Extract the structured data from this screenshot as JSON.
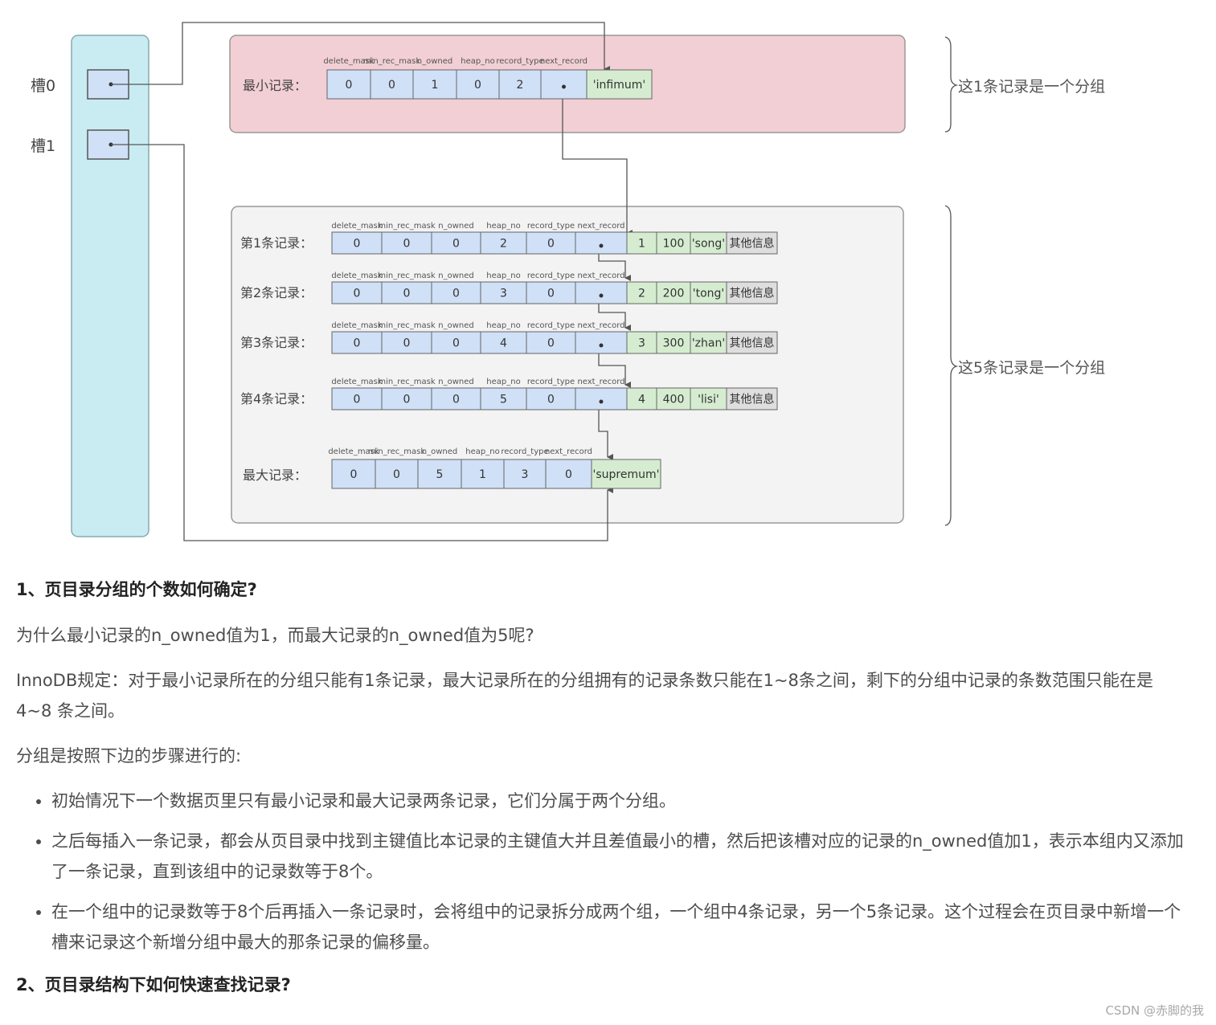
{
  "diagram": {
    "slots": [
      "槽0",
      "槽1"
    ],
    "field_names": [
      "delete_mask",
      "min_rec_mask",
      "n_owned",
      "heap_no",
      "record_type",
      "next_record"
    ],
    "min_record": {
      "label": "最小记录：",
      "values": [
        "0",
        "0",
        "1",
        "0",
        "2"
      ],
      "data": "'infimum'"
    },
    "user_records": [
      {
        "label": "第1条记录：",
        "values": [
          "0",
          "0",
          "0",
          "2",
          "0"
        ],
        "data": [
          "1",
          "100",
          "'song'",
          "其他信息"
        ]
      },
      {
        "label": "第2条记录：",
        "values": [
          "0",
          "0",
          "0",
          "3",
          "0"
        ],
        "data": [
          "2",
          "200",
          "'tong'",
          "其他信息"
        ]
      },
      {
        "label": "第3条记录：",
        "values": [
          "0",
          "0",
          "0",
          "4",
          "0"
        ],
        "data": [
          "3",
          "300",
          "'zhan'",
          "其他信息"
        ]
      },
      {
        "label": "第4条记录：",
        "values": [
          "0",
          "0",
          "0",
          "5",
          "0"
        ],
        "data": [
          "4",
          "400",
          "'lisi'",
          "其他信息"
        ]
      }
    ],
    "max_record": {
      "label": "最大记录：",
      "values": [
        "0",
        "0",
        "5",
        "1",
        "3",
        "0"
      ],
      "data": "'supremum'"
    },
    "group_notes": [
      "这1条记录是一个分组",
      "这5条记录是一个分组"
    ],
    "colors": {
      "slot_bg": "#c8ecf2",
      "cell_blue": "#cfe0f7",
      "cell_green": "#d5ecd0",
      "cell_gray": "#dedede",
      "top_group": "#f2cfd4",
      "bottom_group": "#f3f3f3"
    }
  },
  "article": {
    "heading1": "1、页目录分组的个数如何确定?",
    "p1": "为什么最小记录的n_owned值为1，而最大记录的n_owned值为5呢?",
    "p2": "InnoDB规定：对于最小记录所在的分组只能有1条记录，最大记录所在的分组拥有的记录条数只能在1~8条之间，剩下的分组中记录的条数范围只能在是 4~8 条之间。",
    "p3": "分组是按照下边的步骤进行的:",
    "steps": [
      "初始情况下一个数据页里只有最小记录和最大记录两条记录，它们分属于两个分组。",
      "之后每插入一条记录，都会从页目录中找到主键值比本记录的主键值大并且差值最小的槽，然后把该槽对应的记录的n_owned值加1，表示本组内又添加了一条记录，直到该组中的记录数等于8个。",
      "在一个组中的记录数等于8个后再插入一条记录时，会将组中的记录拆分成两个组，一个组中4条记录，另一个5条记录。这个过程会在页目录中新增一个槽来记录这个新增分组中最大的那条记录的偏移量。"
    ],
    "heading2": "2、页目录结构下如何快速查找记录?"
  },
  "watermark": "CSDN @赤脚的我"
}
